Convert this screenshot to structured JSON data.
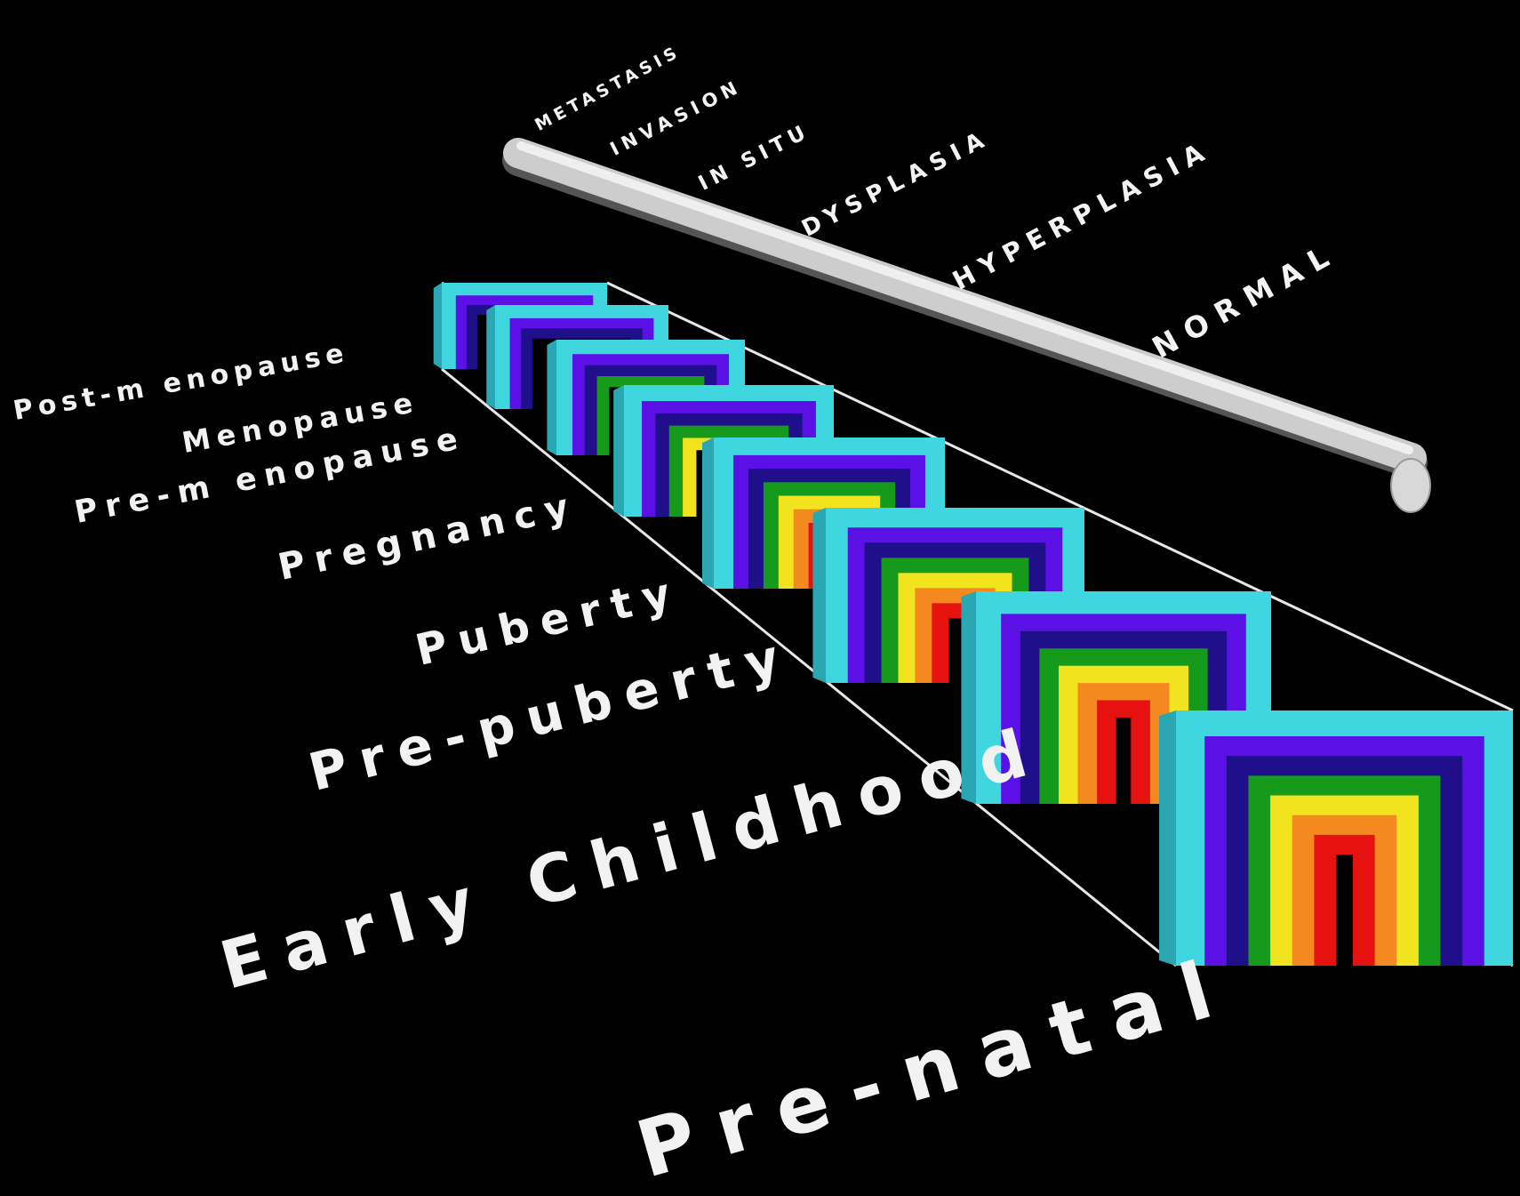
{
  "colors": {
    "background": "#000000",
    "frame_cyan": "#3fd6e0",
    "frame_violet": "#5b10e6",
    "frame_navy": "#1f0f8a",
    "frame_green": "#159a1c",
    "frame_yellow": "#f1e31e",
    "frame_orange": "#f48a1f",
    "frame_red": "#e6120f",
    "rod_grey": "#c9c9c9",
    "label_white": "#f4f4f4"
  },
  "rod_stages": [
    "METASTASIS",
    "INVASION",
    "IN SITU",
    "DYSPLASIA",
    "HYPERPLASIA",
    "NORMAL"
  ],
  "life_stages": [
    {
      "name": "Post-menopause",
      "display": "Post-m enopause",
      "nested_bands": 2
    },
    {
      "name": "Menopause",
      "display": "Menopause",
      "nested_bands": 2
    },
    {
      "name": "Pre-menopause",
      "display": "Pre-m enopause",
      "nested_bands": 3
    },
    {
      "name": "Pregnancy",
      "display": "Pregnancy",
      "nested_bands": 4
    },
    {
      "name": "Puberty",
      "display": "Puberty",
      "nested_bands": 6
    },
    {
      "name": "Pre-puberty",
      "display": "Pre-puberty",
      "nested_bands": 6
    },
    {
      "name": "Early Childhood",
      "display": "Early Childhood",
      "nested_bands": 6
    },
    {
      "name": "Pre-natal",
      "display": "Pre-natal",
      "nested_bands": 6
    }
  ]
}
